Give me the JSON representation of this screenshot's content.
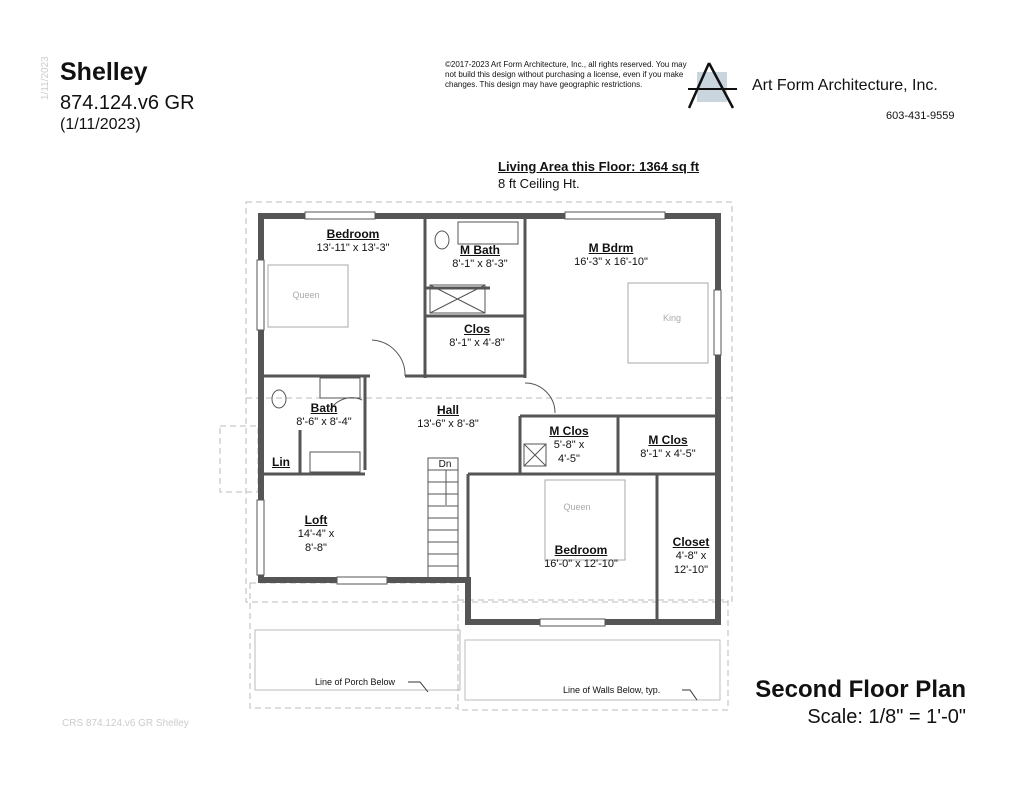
{
  "header": {
    "plan_name": "Shelley",
    "plan_number": "874.124.v6 GR",
    "plan_date": "(1/11/2023)",
    "vertical_date": "1/11/2023",
    "copyright": "©2017-2023 Art Form Architecture, Inc., all rights reserved. You may not build this design without purchasing a license, even if you make changes. This design may have geographic restrictions.",
    "company": "Art Form Architecture, Inc.",
    "phone": "603-431-9559",
    "logo_accent": "#c9d6de"
  },
  "summary": {
    "living_area": "Living Area this Floor: 1364 sq ft",
    "ceiling": "8 ft Ceiling Ht."
  },
  "rooms": [
    {
      "name": "Bedroom",
      "dims": "13'-11\" x 13'-3\""
    },
    {
      "name": "M Bath",
      "dims": "8'-1\" x 8'-3\""
    },
    {
      "name": "M Bdrm",
      "dims": "16'-3\" x 16'-10\""
    },
    {
      "name": "Clos",
      "dims": "8'-1\" x 4'-8\""
    },
    {
      "name": "Bath",
      "dims": "8'-6\" x 8'-4\""
    },
    {
      "name": "Hall",
      "dims": "13'-6\" x 8'-8\""
    },
    {
      "name": "M Clos",
      "dims": "5'-8\" x",
      "dims2": "4'-5\""
    },
    {
      "name": "M Clos",
      "dims": "8'-1\" x 4'-5\""
    },
    {
      "name": "Lin"
    },
    {
      "name": "Loft",
      "dims": "14'-4\" x",
      "dims2": "8'-8\""
    },
    {
      "name": "Bedroom",
      "dims": "16'-0\" x 12'-10\""
    },
    {
      "name": "Closet",
      "dims": "4'-8\" x",
      "dims2": "12'-10\""
    }
  ],
  "furniture": {
    "queen": "Queen",
    "king": "King",
    "stairs": "Dn"
  },
  "notes": {
    "porch": "Line of Porch Below",
    "walls": "Line of Walls Below, typ."
  },
  "footer": {
    "title": "Second Floor Plan",
    "scale": "Scale: 1/8\" = 1'-0\"",
    "watermark": "CRS 874.124.v6 GR Shelley"
  }
}
